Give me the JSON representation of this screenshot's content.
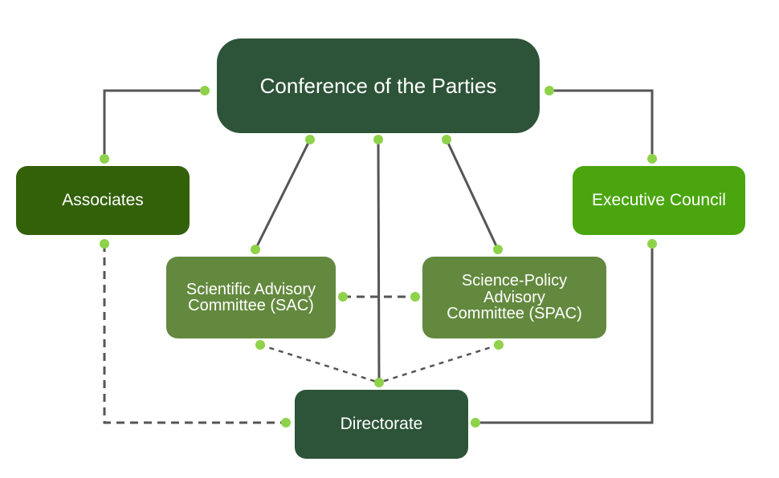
{
  "nodes": {
    "cop": {
      "label": "Conference of the Parties",
      "color": "#2d5438"
    },
    "associates": {
      "label": "Associates",
      "color": "#336109"
    },
    "executive_council": {
      "label": "Executive Council",
      "color": "#4aa50e"
    },
    "sac": {
      "label": "Scientific Advisory Committee (SAC)",
      "color": "#63893e"
    },
    "spac": {
      "label": "Science-Policy Advisory Committee (SPAC)",
      "color": "#63893e"
    },
    "directorate": {
      "label": "Directorate",
      "color": "#2d5438"
    }
  },
  "connections": [
    {
      "from": "Conference of the Parties",
      "to": "Associates",
      "style": "solid"
    },
    {
      "from": "Conference of the Parties",
      "to": "Executive Council",
      "style": "solid"
    },
    {
      "from": "Conference of the Parties",
      "to": "Scientific Advisory Committee (SAC)",
      "style": "solid"
    },
    {
      "from": "Conference of the Parties",
      "to": "Science-Policy Advisory Committee (SPAC)",
      "style": "solid"
    },
    {
      "from": "Conference of the Parties",
      "to": "Directorate",
      "style": "solid"
    },
    {
      "from": "Scientific Advisory Committee (SAC)",
      "to": "Science-Policy Advisory Committee (SPAC)",
      "style": "dashed"
    },
    {
      "from": "Scientific Advisory Committee (SAC)",
      "to": "Directorate",
      "style": "dashed"
    },
    {
      "from": "Science-Policy Advisory Committee (SPAC)",
      "to": "Directorate",
      "style": "dashed"
    },
    {
      "from": "Associates",
      "to": "Directorate",
      "style": "dashed"
    },
    {
      "from": "Executive Council",
      "to": "Directorate",
      "style": "solid"
    }
  ],
  "colors": {
    "connector": "#555555",
    "connector_dot": "#8ed24a",
    "node_text": "#ffffff"
  }
}
